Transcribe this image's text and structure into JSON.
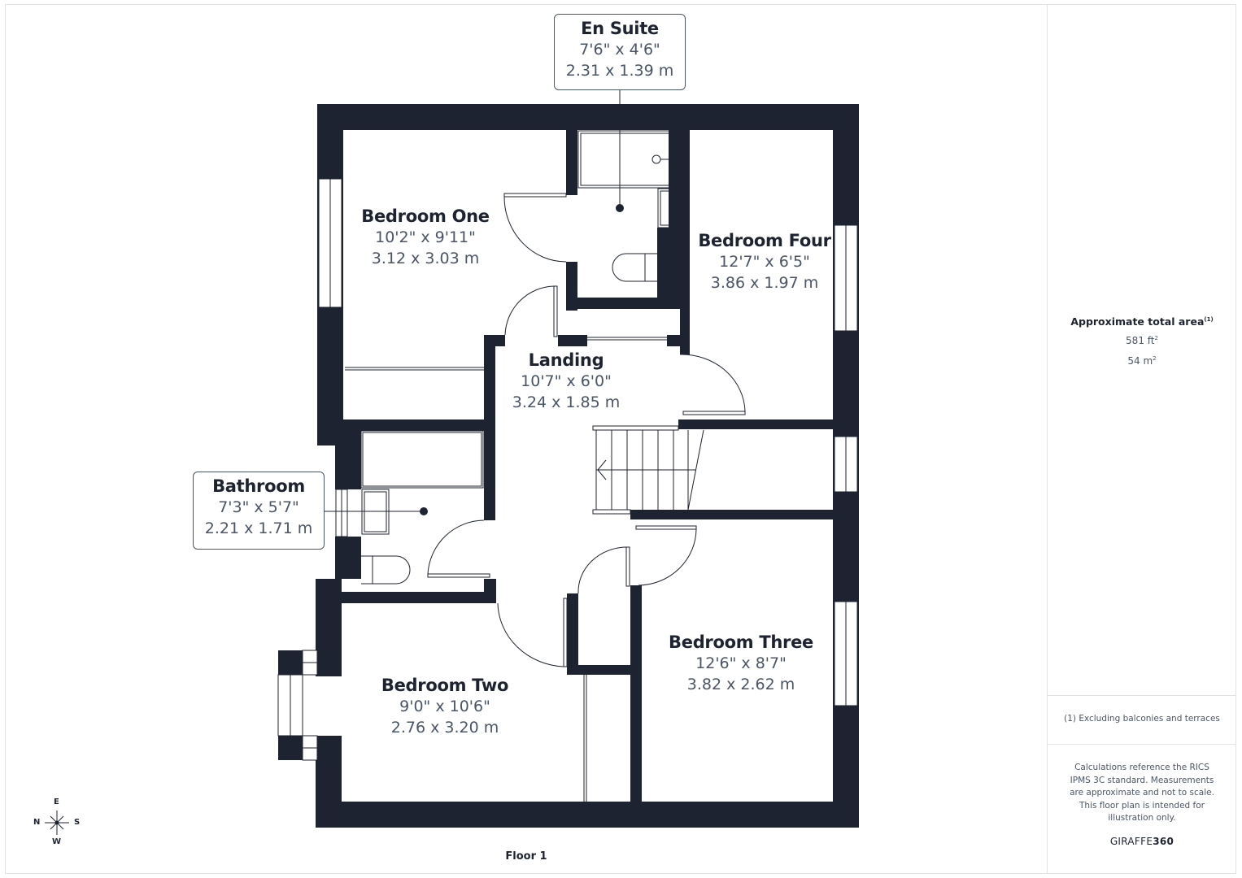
{
  "floor_label": "Floor 1",
  "colors": {
    "wall": "#1d2330",
    "text_dark": "#1d2330",
    "text_muted": "#4a5568",
    "border": "#e2e2e2"
  },
  "rooms": {
    "en_suite": {
      "name": "En Suite",
      "imperial": "7'6\" x 4'6\"",
      "metric": "2.31 x 1.39 m"
    },
    "bedroom_one": {
      "name": "Bedroom One",
      "imperial": "10'2\" x 9'11\"",
      "metric": "3.12 x 3.03 m"
    },
    "bedroom_four": {
      "name": "Bedroom Four",
      "imperial": "12'7\" x 6'5\"",
      "metric": "3.86 x 1.97 m"
    },
    "landing": {
      "name": "Landing",
      "imperial": "10'7\" x 6'0\"",
      "metric": "3.24 x 1.85 m"
    },
    "bathroom": {
      "name": "Bathroom",
      "imperial": "7'3\" x 5'7\"",
      "metric": "2.21 x 1.71 m"
    },
    "bedroom_two": {
      "name": "Bedroom Two",
      "imperial": "9'0\" x 10'6\"",
      "metric": "2.76 x 3.20 m"
    },
    "bedroom_three": {
      "name": "Bedroom Three",
      "imperial": "12'6\" x 8'7\"",
      "metric": "3.82 x 2.62 m"
    }
  },
  "compass": {
    "north": "N",
    "east": "E",
    "south": "S",
    "west": "W"
  },
  "sidebar": {
    "area_title": "Approximate total area",
    "area_footnote_marker": "(1)",
    "area_imperial_value": "581 ft",
    "area_imperial_unit_sup": "2",
    "area_metric_value": "54 m",
    "area_metric_unit_sup": "2",
    "footnote": "(1) Excluding balconies and terraces",
    "disclaimer": "Calculations reference the RICS IPMS 3C standard. Measurements are approximate and not to scale. This floor plan is intended for illustration only.",
    "brand_light": "GIRAFFE",
    "brand_bold": "360"
  }
}
